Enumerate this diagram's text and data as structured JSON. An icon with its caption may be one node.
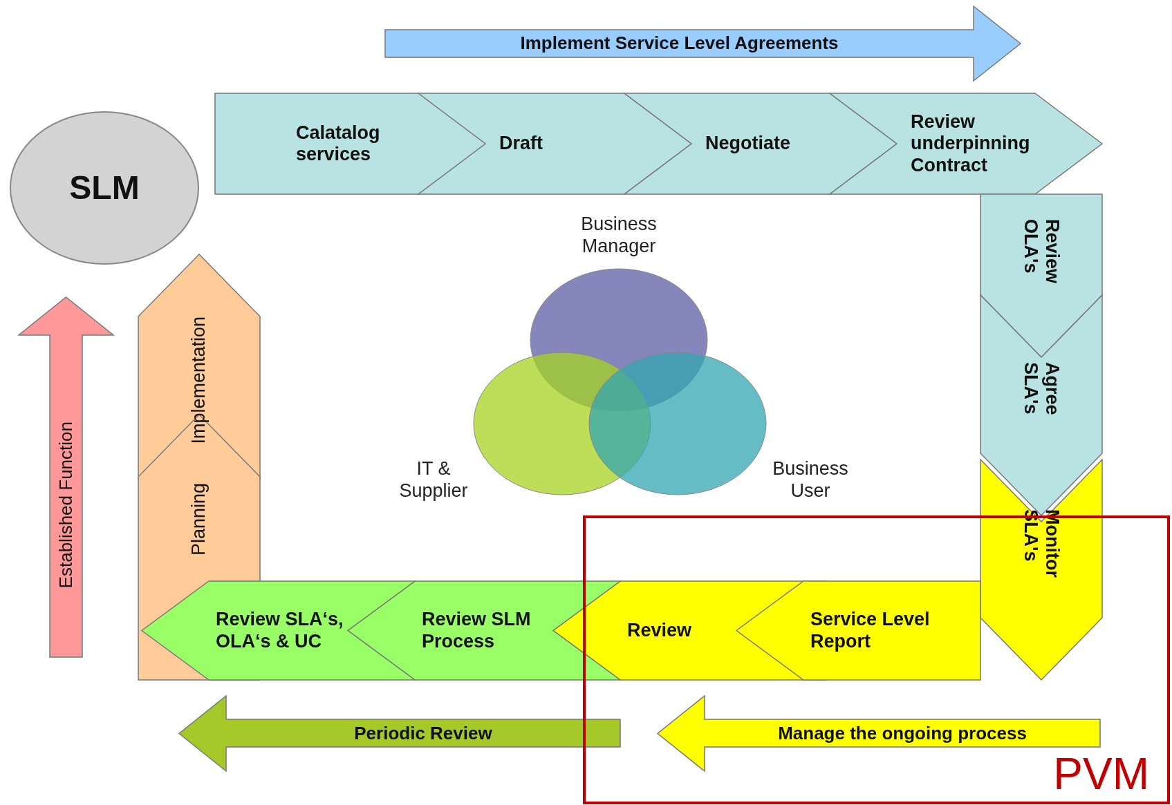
{
  "diagram": {
    "nodes": [
      {
        "text": [
          "Implement Service Level Agreements"
        ]
      },
      {
        "text": [
          "SLM"
        ]
      },
      {
        "text": [
          "Calatalog services"
        ]
      },
      {
        "text": [
          "Draft"
        ]
      },
      {
        "text": [
          "Negotiate"
        ]
      },
      {
        "text": [
          "Review underpinning Contract"
        ]
      },
      {
        "text": [
          "Review OLA's"
        ]
      },
      {
        "text": [
          "Agree SLA's"
        ]
      },
      {
        "text": [
          "Monitor SLA's"
        ]
      },
      {
        "text": [
          "Service Level Report"
        ],
        "in": 21
      },
      {
        "text": [
          "Review"
        ]
      },
      {
        "text": [
          "Review SLM Process"
        ]
      },
      {
        "text": [
          "Review SLA‘s, OLA‘s & UC"
        ]
      },
      {
        "text": [
          "Implementation"
        ]
      },
      {
        "text": [
          "Planning"
        ]
      },
      {
        "text": [
          "Established Function"
        ]
      },
      {
        "text": [],
        "shape": "circle",
        "beside": [
          "Business Manager"
        ]
      },
      {
        "text": [],
        "shape": "circle",
        "beside": [
          "IT & Supplier"
        ]
      },
      {
        "text": [],
        "shape": "circle",
        "beside": [
          "Business User"
        ]
      },
      {
        "text": [
          "Periodic Review"
        ]
      },
      {
        "text": [
          "Manage the ongoing process"
        ],
        "in": 21
      },
      {
        "text": [
          "PVM"
        ]
      }
    ]
  }
}
